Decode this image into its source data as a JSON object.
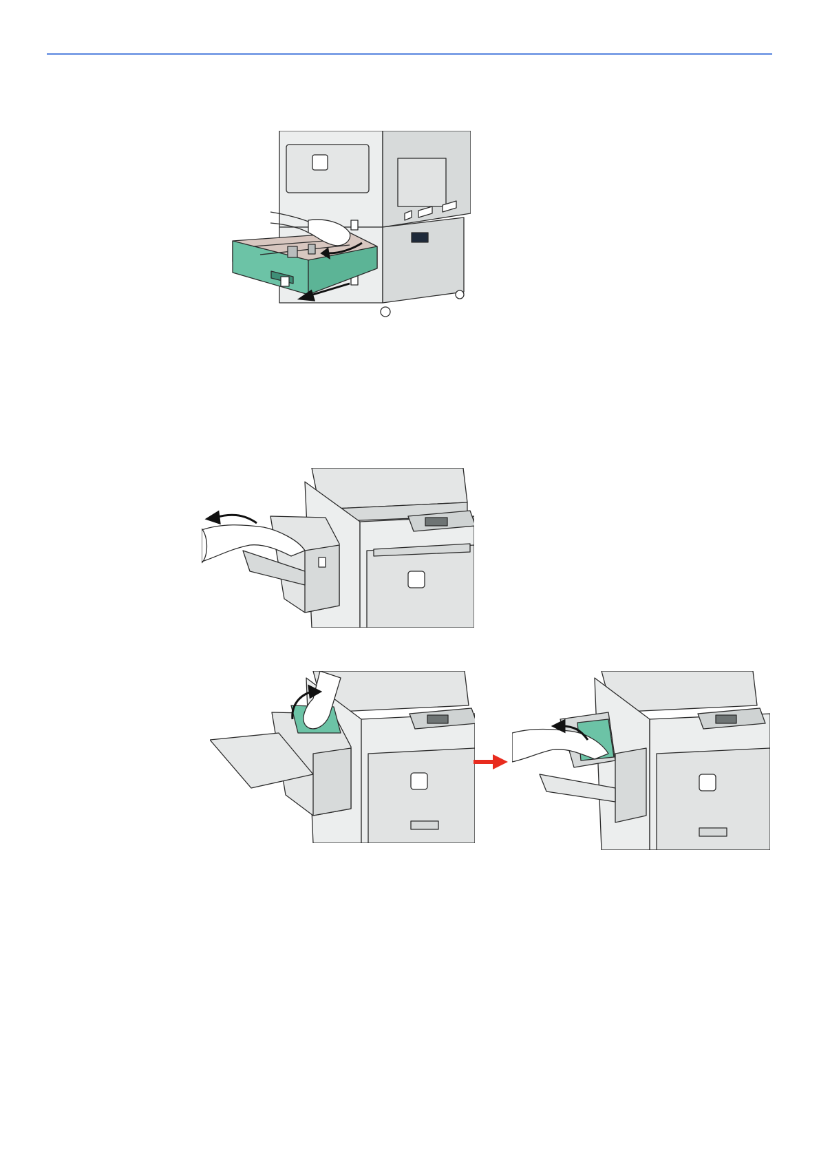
{
  "colors": {
    "rule": "#7da0e6",
    "line": "#2b2b2b",
    "body_fill": "#eceeee",
    "body_shade": "#d7dada",
    "body_dark": "#b9bdbd",
    "accent_green": "#6cc3a6",
    "accent_green_dark": "#3e8f77",
    "tray_inner": "#d8c7c0",
    "arrow_red": "#e82b1e"
  },
  "figures": [
    {
      "icon": "printer-cassette-open-illustration"
    },
    {
      "icon": "printer-left-cover-open-illustration"
    },
    {
      "icon": "printer-left-cover-lift-illustration"
    },
    {
      "icon": "printer-jam-remove-illustration"
    }
  ],
  "arrow_icon": "red-right-arrow-icon"
}
